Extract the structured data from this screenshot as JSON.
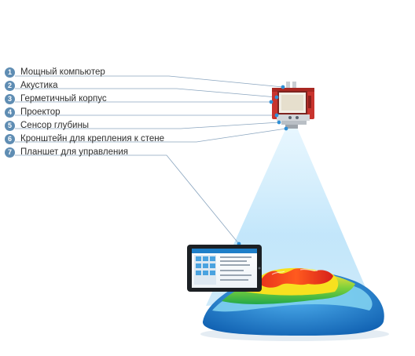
{
  "legend": {
    "items": [
      {
        "number": "1",
        "label": "Мощный компьютер"
      },
      {
        "number": "2",
        "label": "Акустика"
      },
      {
        "number": "3",
        "label": "Герметичный корпус"
      },
      {
        "number": "4",
        "label": "Проектор"
      },
      {
        "number": "5",
        "label": "Сенсор глубины"
      },
      {
        "number": "6",
        "label": "Кронштейн для крепления к стене"
      },
      {
        "number": "7",
        "label": "Планшет для управления"
      }
    ]
  },
  "colors": {
    "badge": "#5f8db3",
    "leader_line": "#8aa5bf",
    "device_body": "#c8342e",
    "beam": "#bfe6fb",
    "sand_water": "#1b7fd0",
    "sand_green": "#27b43a",
    "sand_yellow": "#ffd21a",
    "sand_red": "#e1241c"
  },
  "icons": {
    "badge": "numbered-circle-badge",
    "device": "sandbox-projector-unit",
    "tablet": "control-tablet",
    "terrain": "colored-sand-relief"
  }
}
